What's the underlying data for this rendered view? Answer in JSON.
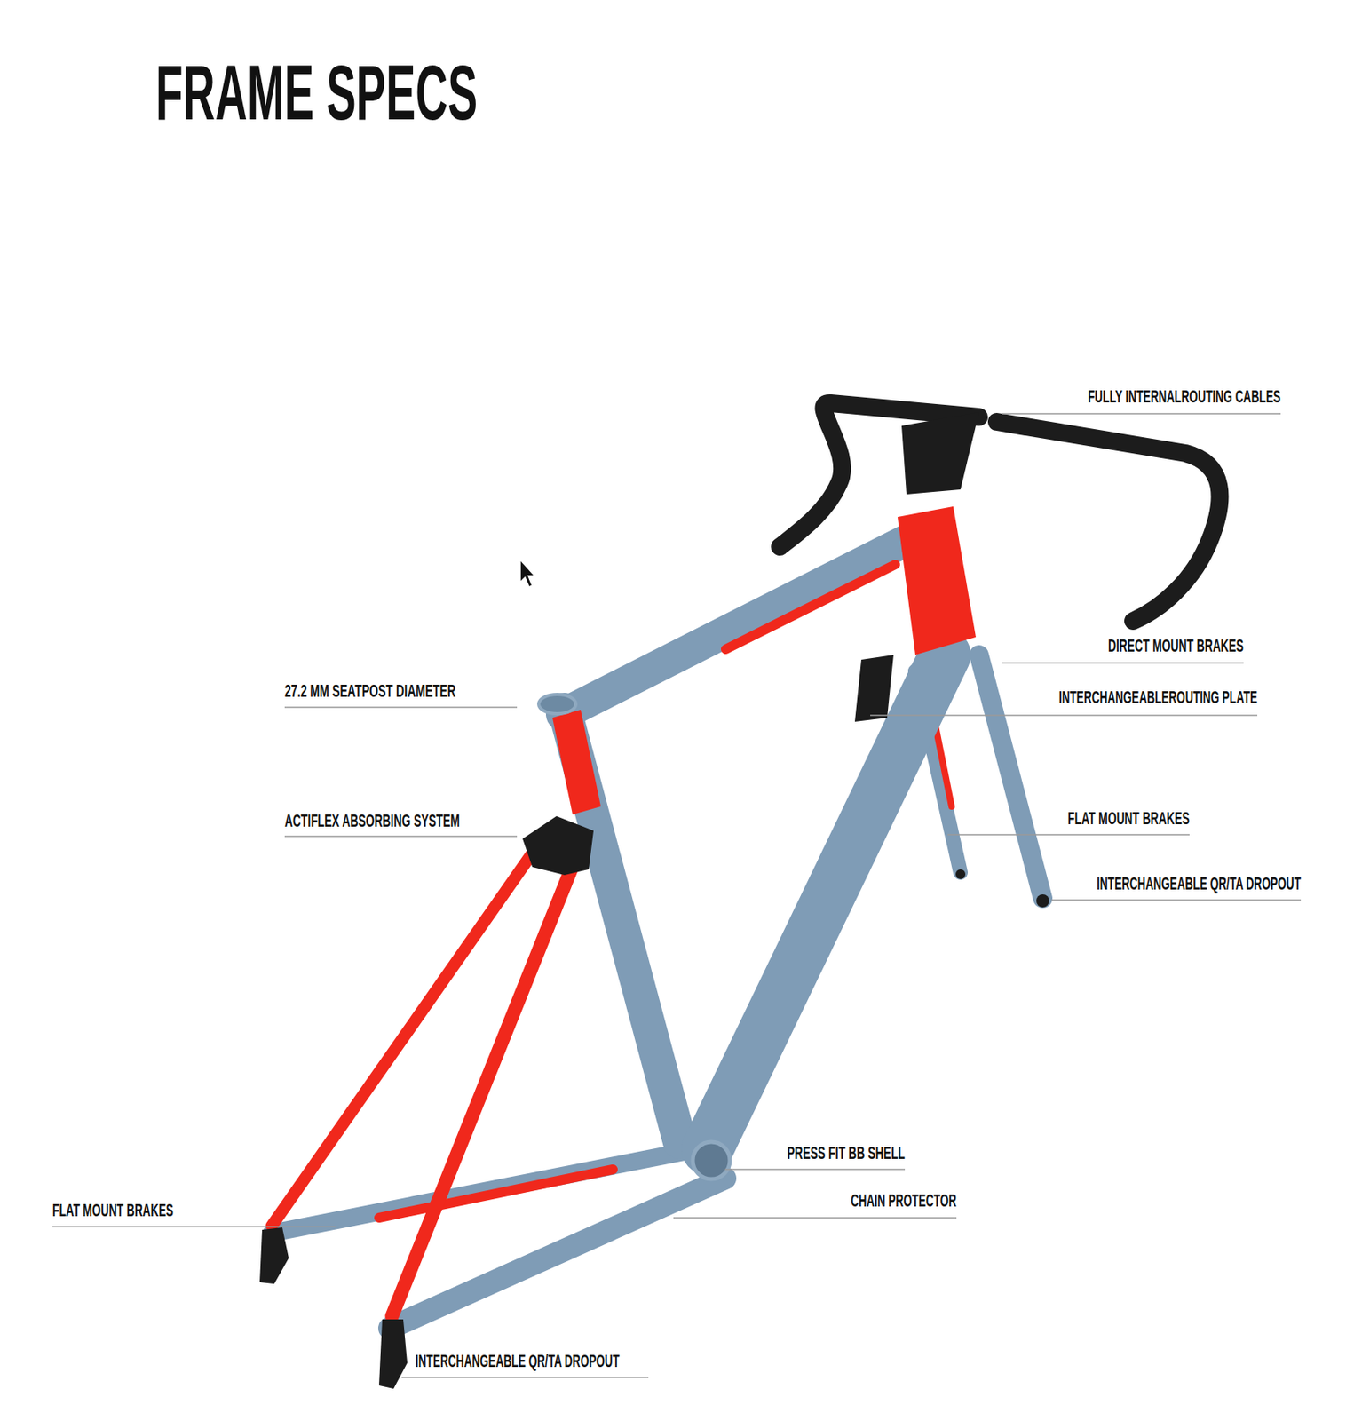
{
  "diagram": {
    "title": "FRAME SPECS",
    "labels": [
      "FULLY INTERNALROUTING CABLES",
      "27.2 MM SEATPOST DIAMETER",
      "DIRECT MOUNT BRAKES",
      "INTERCHANGEABLEROUTING PLATE",
      "ACTIFLEX ABSORBING SYSTEM",
      "FLAT MOUNT BRAKES",
      "INTERCHANGEABLE QR/TA DROPOUT",
      "PRESS FIT BB SHELL",
      "CHAIN PROTECTOR",
      "FLAT MOUNT BRAKES",
      "INTERCHANGEABLE QR/TA DROPOUT"
    ]
  }
}
